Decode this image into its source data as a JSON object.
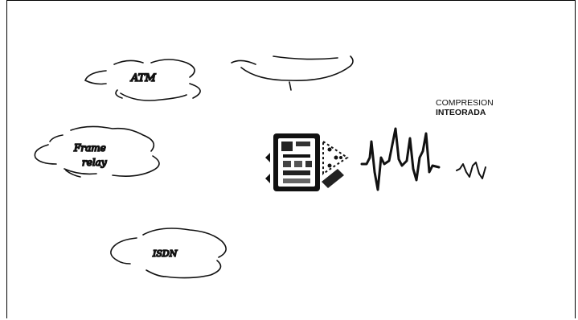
{
  "clouds": {
    "atm": "ATM",
    "frame_relay_line1": "Frame",
    "frame_relay_line2": "relay",
    "isdn": "ISDN"
  },
  "caption": {
    "line1": "COMPRESION",
    "line2": "INTEORADA"
  }
}
